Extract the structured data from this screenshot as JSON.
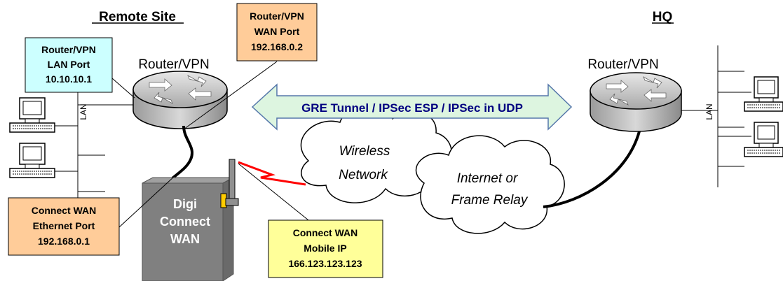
{
  "headings": {
    "remote_site": "Remote Site",
    "hq": "HQ"
  },
  "routers": {
    "remote_label": "Router/VPN",
    "hq_label": "Router/VPN"
  },
  "callouts": {
    "lan_port": [
      "Router/VPN",
      "LAN Port",
      "10.10.10.1"
    ],
    "wan_port": [
      "Router/VPN",
      "WAN Port",
      "192.168.0.2"
    ],
    "ethernet_port": [
      "Connect WAN",
      "Ethernet Port",
      "192.168.0.1"
    ],
    "mobile_ip": [
      "Connect WAN",
      "Mobile IP",
      "166.123.123.123"
    ]
  },
  "tunnel_label": "GRE Tunnel / IPSec ESP / IPSec in UDP",
  "clouds": {
    "wireless": [
      "Wireless",
      "Network"
    ],
    "internet": [
      "Internet or",
      "Frame Relay"
    ]
  },
  "device": [
    "Digi",
    "Connect",
    "WAN"
  ],
  "lan_labels": {
    "remote": "LAN",
    "hq": "LAN"
  },
  "colors": {
    "cyan_box": "#CCFFFF",
    "orange_box": "#FFCC99",
    "yellow_box": "#FFFF99",
    "arrow_fill": "#DDF5E0",
    "arrow_text": "#000080",
    "device_body": "#808080"
  }
}
